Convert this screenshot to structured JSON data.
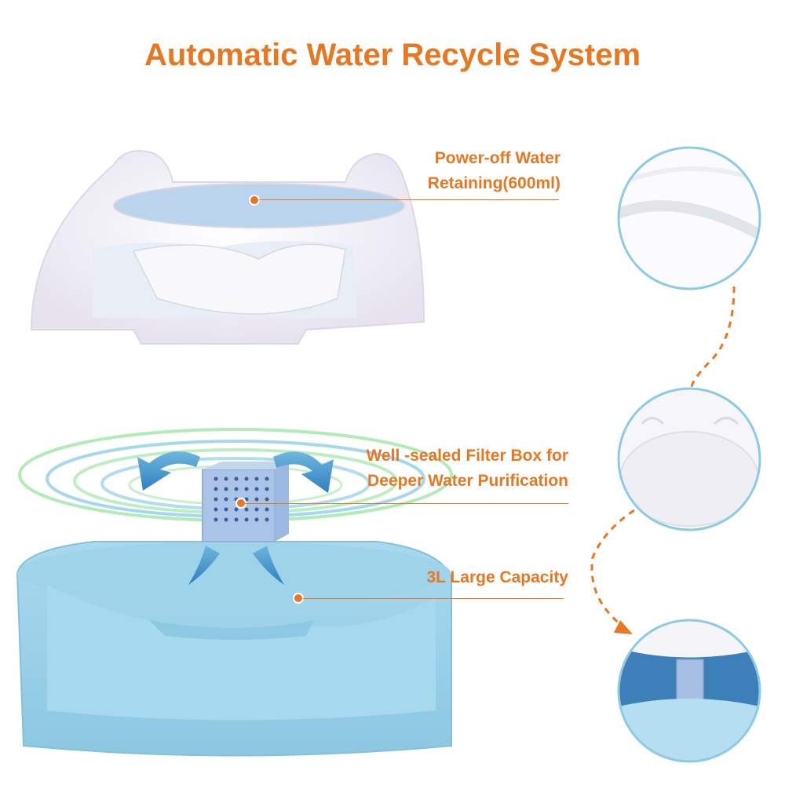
{
  "title": "Automatic Water Recycle System",
  "callouts": {
    "power_off": [
      "Power-off Water",
      "Retaining(600ml)"
    ],
    "filter_box": [
      "Well -sealed Filter Box for",
      "Deeper Water Purification"
    ],
    "capacity": "3L Large Capacity"
  },
  "colors": {
    "accent": "#E87722",
    "bowl_blue": "#9FD3E8",
    "bowl_blue_dark": "#7FC0DC",
    "lid_white": "#F4F2F8",
    "circle_border": "#8CCBE3",
    "wave_green": "#8FE39A",
    "wave_blue": "#7FC6E8"
  }
}
